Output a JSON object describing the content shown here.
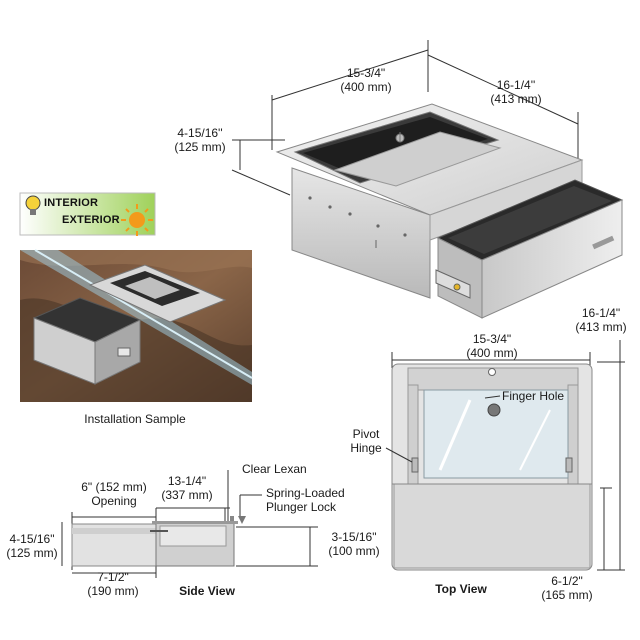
{
  "main_product": {
    "width_label": "15-3/4\"",
    "width_mm": "(400 mm)",
    "depth_label": "16-1/4''",
    "depth_mm": "(413 mm)",
    "height_label": "4-15/16''",
    "height_mm": "(125 mm)"
  },
  "badge": {
    "interior": "INTERIOR",
    "exterior": "EXTERIOR",
    "colors": {
      "bulb": "#f5d23a",
      "sun": "#f39a1b",
      "gradient": "#9fd15a"
    }
  },
  "installation": {
    "caption": "Installation Sample"
  },
  "top_view": {
    "title": "Top View",
    "width_label": "15-3/4\"",
    "width_mm": "(400 mm)",
    "depth_label": "16-1/4\"",
    "depth_mm": "(413 mm)",
    "finger_hole": "Finger Hole",
    "pivot": "Pivot",
    "hinge": "Hinge",
    "bottom_label": "6-1/2\"",
    "bottom_mm": "(165 mm)"
  },
  "side_view": {
    "title": "Side View",
    "opening_label": "6\" (152 mm)",
    "opening_word": "Opening",
    "length_label": "13-1/4\"",
    "length_mm": "(337 mm)",
    "clear_lexan": "Clear Lexan",
    "spring": "Spring-Loaded",
    "plunger": "Plunger Lock",
    "height_label": "4-15/16\"",
    "height_mm": "(125 mm)",
    "right_height": "3-15/16\"",
    "right_height_mm": "(100 mm)",
    "bottom_label": "7-1/2\"",
    "bottom_mm": "(190 mm)"
  }
}
